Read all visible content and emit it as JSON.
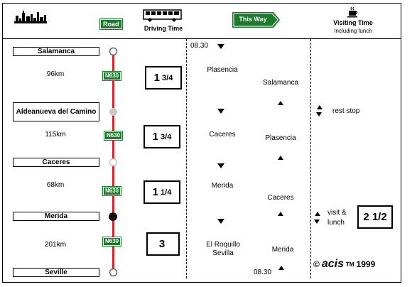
{
  "header": {
    "road_label": "Road",
    "driving_time_label": "Driving Time",
    "this_way_label": "This Way",
    "visiting_time_label": "Visiting Time",
    "visiting_time_sub": "Including lunch"
  },
  "stops": [
    {
      "name": "Salamanca"
    },
    {
      "name": "Aldeanueva del Camino"
    },
    {
      "name": "Caceres"
    },
    {
      "name": "Merida"
    },
    {
      "name": "Seville"
    }
  ],
  "legs": [
    {
      "distance": "96km",
      "road": "N630",
      "time_whole": "1",
      "time_frac": "3/4"
    },
    {
      "distance": "115km",
      "road": "N630",
      "time_whole": "1",
      "time_frac": "3/4"
    },
    {
      "distance": "68km",
      "road": "N630",
      "time_whole": "1",
      "time_frac": "1/4"
    },
    {
      "distance": "201km",
      "road": "N630",
      "time_whole": "3",
      "time_frac": ""
    }
  ],
  "schedule": {
    "start_time": "08.30",
    "end_time": "08.30",
    "outbound": [
      "Plasencia",
      "Caceres",
      "Merida",
      "El Roquillo\nSevilla"
    ],
    "return": [
      "Salamanca",
      "Plasencia",
      "Caceres",
      "Merida"
    ]
  },
  "visits": {
    "rest_stop_label": "rest stop",
    "visit_lunch_label1": "visit &",
    "visit_lunch_label2": "lunch",
    "visit_time": "2 1/2"
  },
  "footer": {
    "copyright_symbol": "©",
    "brand": "acis",
    "tm": "TM",
    "year": "1999"
  },
  "colors": {
    "route_line": "#d6252b",
    "road_green": "#1d7a2d"
  },
  "icons": [
    "skyline-icon",
    "bus-icon",
    "arrow-sign-icon",
    "coffee-cup-icon"
  ]
}
